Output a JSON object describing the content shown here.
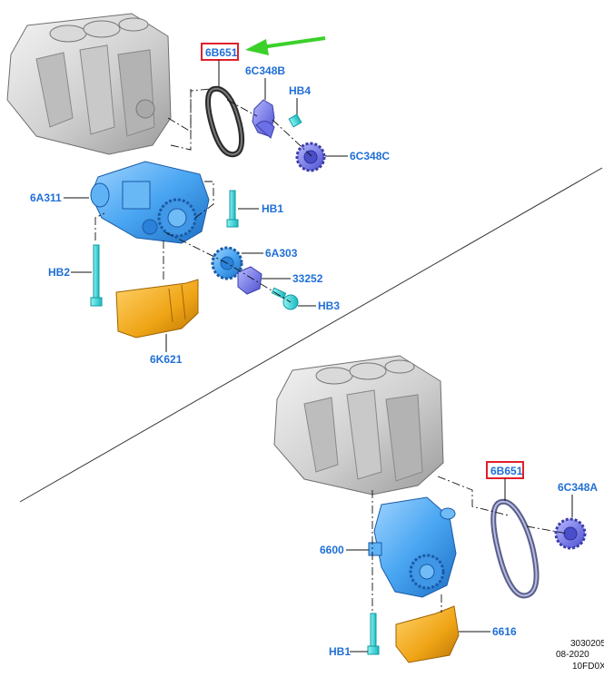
{
  "parts": {
    "top": {
      "chain": "6B651",
      "guide": "6C348B",
      "bolt_guide": "HB4",
      "sprocket": "6C348C",
      "pump_assembly": "6A311",
      "bolt_pump_right": "HB1",
      "bolt_pump_left": "HB2",
      "gear": "6A303",
      "retainer": "33252",
      "bolt_gear": "HB3",
      "baffle": "6K621"
    },
    "bottom": {
      "chain": "6B651",
      "sprocket": "6C348A",
      "pump": "6600",
      "baffle": "6616",
      "bolt": "HB1"
    }
  },
  "reference": {
    "number": "3030205",
    "date": "08-2020",
    "code": "10FD0X"
  },
  "highlight": {
    "box_color": "#e0202a",
    "arrow_color": "#3bd12a",
    "label_color": "#1f6fd6"
  }
}
